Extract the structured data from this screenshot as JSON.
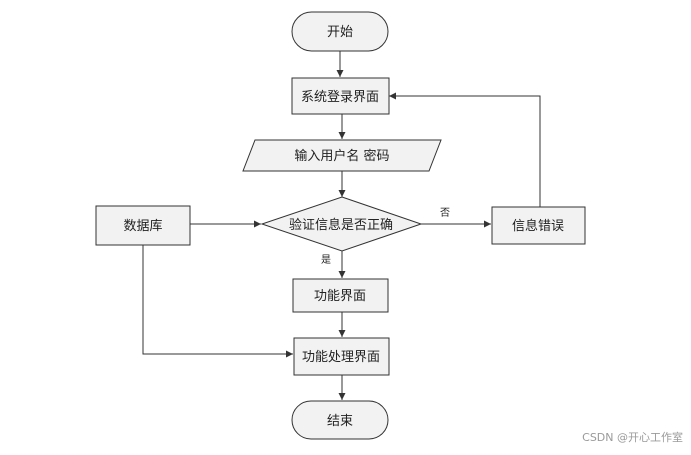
{
  "flowchart": {
    "start": "开始",
    "login_screen": "系统登录界面",
    "input_credentials": "输入用户名 密码",
    "verify": "验证信息是否正确",
    "database": "数据库",
    "error": "信息错误",
    "function_screen": "功能界面",
    "processing_screen": "功能处理界面",
    "end": "结束",
    "label_no": "否",
    "label_yes": "是"
  },
  "watermark": "CSDN @开心工作室"
}
